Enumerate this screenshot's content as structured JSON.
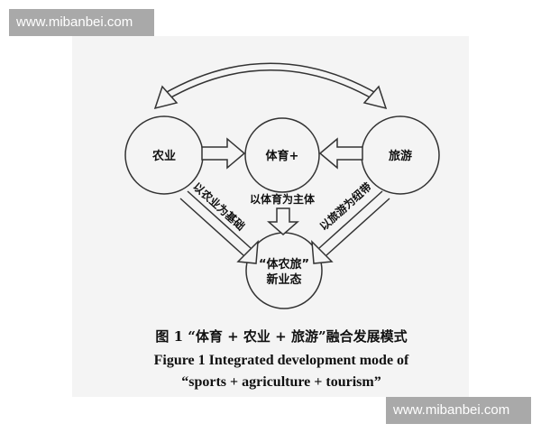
{
  "watermarks": {
    "top": "www.mibanbei.com",
    "bottom": "www.mibanbei.com"
  },
  "nodes": {
    "agriculture": "农业",
    "sports": "体育+",
    "tourism": "旅游",
    "new_form_line1": "“体农旅”",
    "new_form_line2": "新业态"
  },
  "labels": {
    "left_diagonal": "以农业为基础",
    "center": "以体育为主体",
    "right_diagonal": "以旅游为纽带"
  },
  "caption": {
    "cn": "图 1  “体育 + 农业 + 旅游”融合发展模式",
    "en_line1": "Figure 1    Integrated development mode of",
    "en_line2": "“sports + agriculture + tourism”"
  },
  "colors": {
    "stroke": "#333333",
    "panel": "#f4f4f4",
    "watermark_bg": "#a9a9a9"
  }
}
